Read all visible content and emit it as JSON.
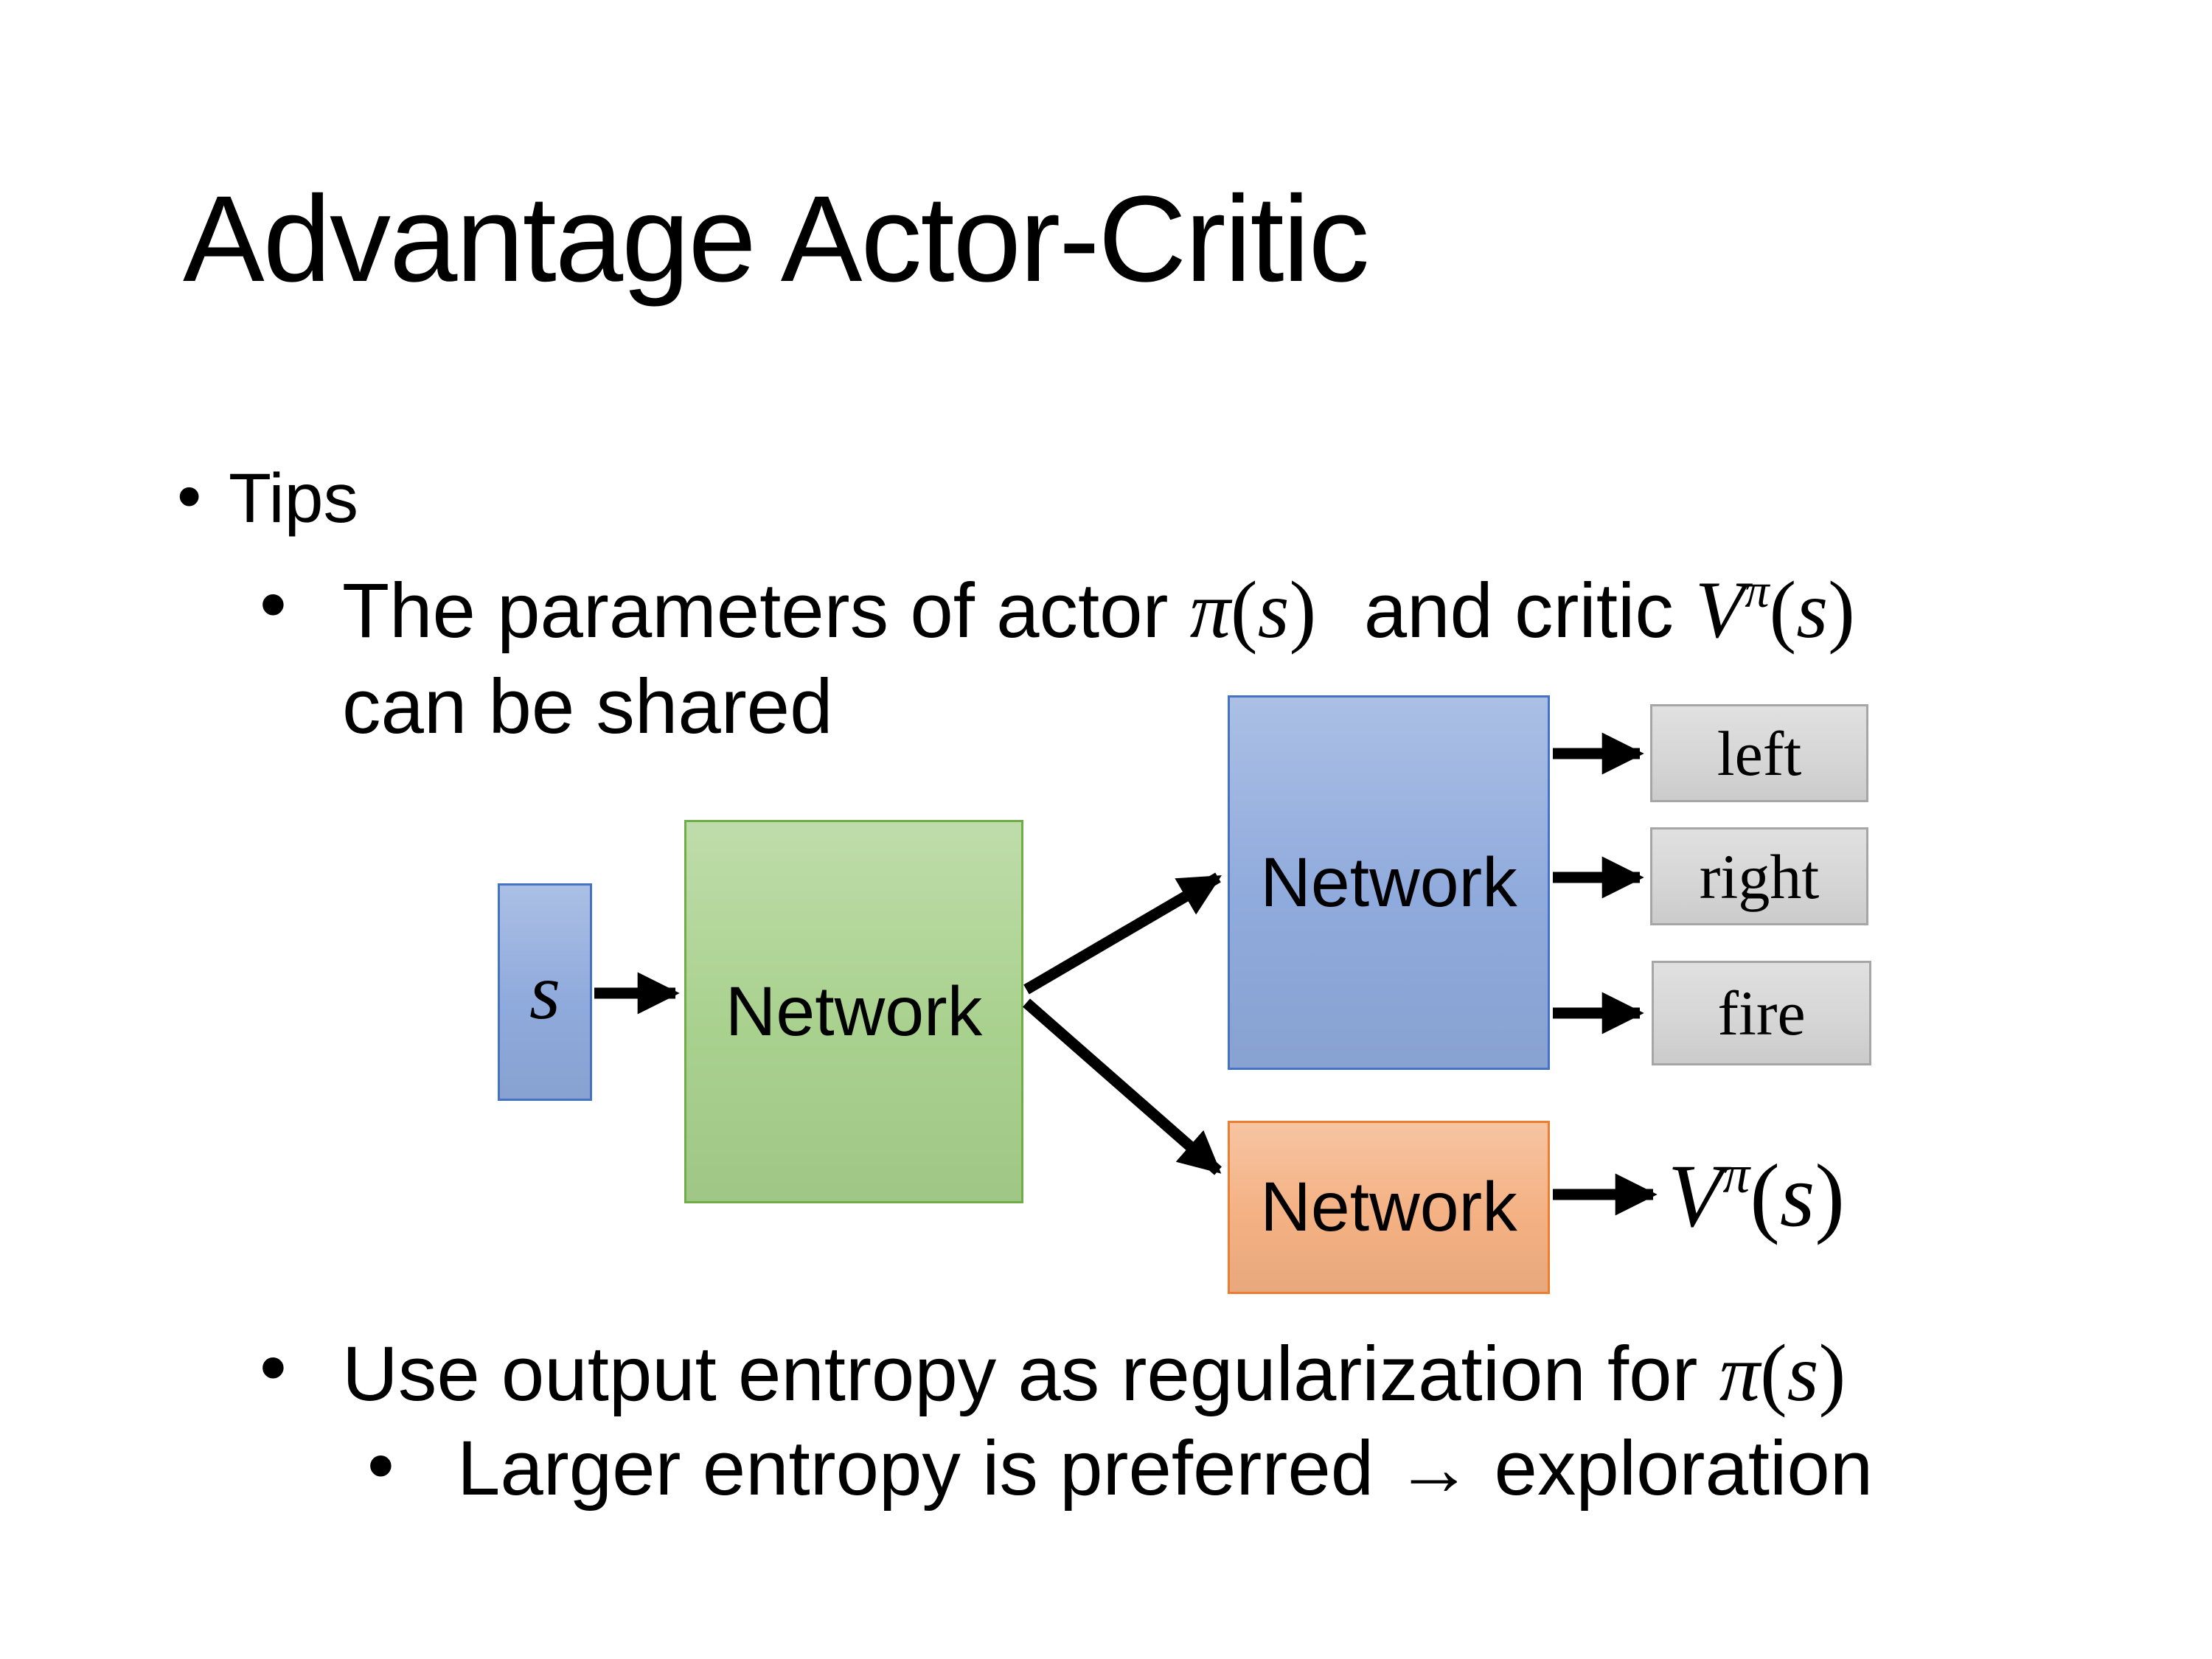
{
  "slide": {
    "title": "Advantage Actor-Critic",
    "bullet_char": "•",
    "bullets": {
      "tips_label": "Tips",
      "b1_text1": "The parameters of actor ",
      "b1_text2": " and critic ",
      "b1_line2": "can be shared",
      "b2_text1": "Use output entropy as regularization for ",
      "b3_text": "Larger entropy is preferred → exploration"
    }
  },
  "math": {
    "pi": "π",
    "V": "V",
    "s": "s",
    "open": "(",
    "close": ")"
  },
  "diagram": {
    "input_label": "s",
    "shared_network_label": "Network",
    "actor_network_label": "Network",
    "critic_network_label": "Network",
    "actions": [
      "left",
      "right",
      "fire"
    ]
  },
  "colors": {
    "blue_fill": "#8FAADC",
    "blue_border": "#4472C4",
    "green_fill": "#A9D18E",
    "green_border": "#70AD47",
    "orange_fill": "#F4B183",
    "orange_border": "#ED7D31",
    "gray_fill": "#D6D6D6",
    "gray_border": "#A6A6A6",
    "arrow": "#000000",
    "text": "#000000"
  }
}
